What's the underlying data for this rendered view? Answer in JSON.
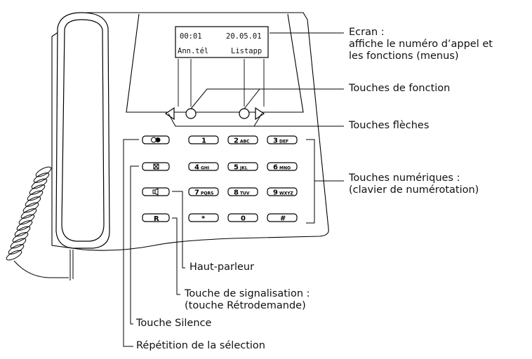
{
  "display": {
    "time": "00:01",
    "date": "20.05.01",
    "softkey_left": "Ann.tél",
    "softkey_right": "Listapp"
  },
  "keypad": {
    "row1": [
      "1",
      "2",
      "3"
    ],
    "row1_letters": [
      "",
      "ABC",
      "DEF"
    ],
    "row2": [
      "4",
      "5",
      "6"
    ],
    "row2_letters": [
      "GHI",
      "JKL",
      "MNO"
    ],
    "row3": [
      "7",
      "8",
      "9"
    ],
    "row3_letters": [
      "PQRS",
      "TUV",
      "WXYZ"
    ],
    "row4": [
      "*",
      "0",
      "#"
    ],
    "signal_key": "R"
  },
  "callouts": {
    "ecran": {
      "line1": "Ecran :",
      "line2": "affiche le numéro d’appel et",
      "line3": "les fonctions (menus)"
    },
    "fonction": "Touches de fonction",
    "fleches": "Touches flèches",
    "numeriques": {
      "line1": "Touches numériques :",
      "line2": "(clavier de numérotation)"
    },
    "haut_parleur": "Haut-parleur",
    "signalisation": {
      "line1": "Touche de signalisation :",
      "line2": "(touche Rétrodemande)"
    },
    "silence": "Touche Silence",
    "repetition": "Répétition de la sélection"
  }
}
